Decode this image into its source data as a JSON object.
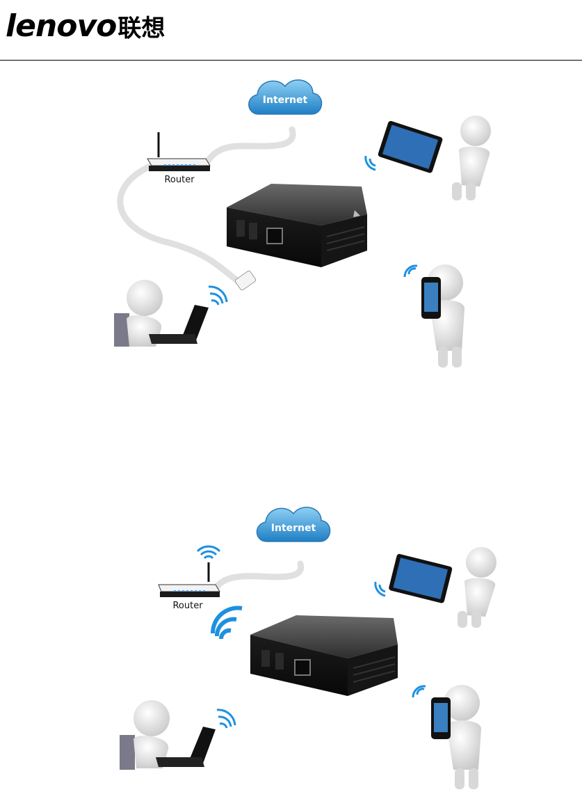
{
  "header": {
    "logo_text": "lenovo",
    "logo_cn": "联想"
  },
  "diagrams": [
    {
      "internet_label": "Internet",
      "router_label": "Router"
    },
    {
      "internet_label": "Internet",
      "router_label": "Router"
    }
  ]
}
